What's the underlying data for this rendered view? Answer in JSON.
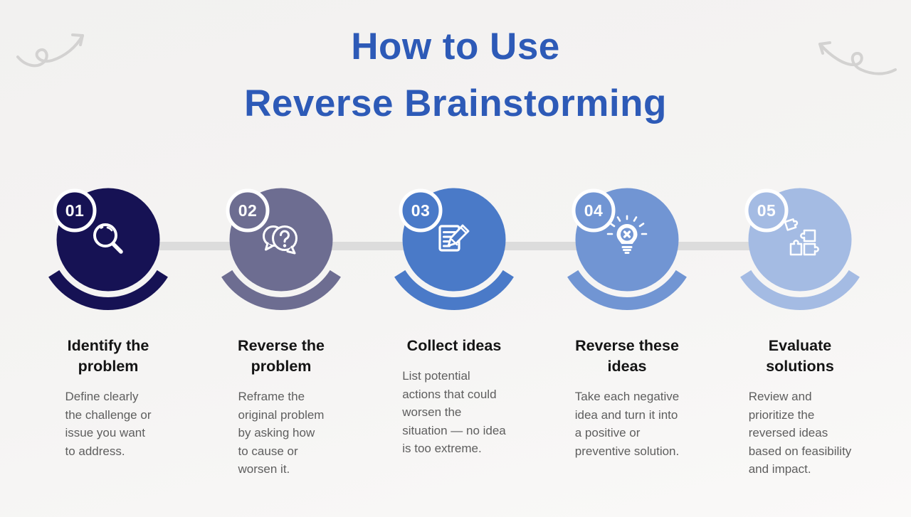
{
  "title": "How to Use\nReverse Brainstorming",
  "colors": {
    "title_blue": "#2d5ab7",
    "background": "#f5f4f3",
    "connector_gray": "#dcdcdc",
    "heading_text": "#141414",
    "body_text": "#5e5e5e",
    "doodle_gray": "#d3d2d1"
  },
  "steps": [
    {
      "number": "01",
      "color": "#161254",
      "icon": "magnifier-icon",
      "title": "Identify the\nproblem",
      "description": "Define clearly\nthe challenge or\nissue you want\nto address."
    },
    {
      "number": "02",
      "color": "#6d6d91",
      "icon": "speech-question-icon",
      "title": "Reverse the\nproblem",
      "description": "Reframe the\noriginal problem\nby asking how\nto cause or\nworsen it."
    },
    {
      "number": "03",
      "color": "#4a7ac8",
      "icon": "document-pencil-icon",
      "title": "Collect ideas",
      "description": "List potential\nactions that could\nworsen the\nsituation — no idea\nis too extreme."
    },
    {
      "number": "04",
      "color": "#7195d3",
      "icon": "lightbulb-x-icon",
      "title": "Reverse these\nideas",
      "description": "Take each negative\nidea and turn it into\na positive or\npreventive solution."
    },
    {
      "number": "05",
      "color": "#a4bbe3",
      "icon": "puzzle-icon",
      "title": "Evaluate\nsolutions",
      "description": "Review and\nprioritize the\nreversed ideas\nbased on feasibility\nand impact."
    }
  ]
}
